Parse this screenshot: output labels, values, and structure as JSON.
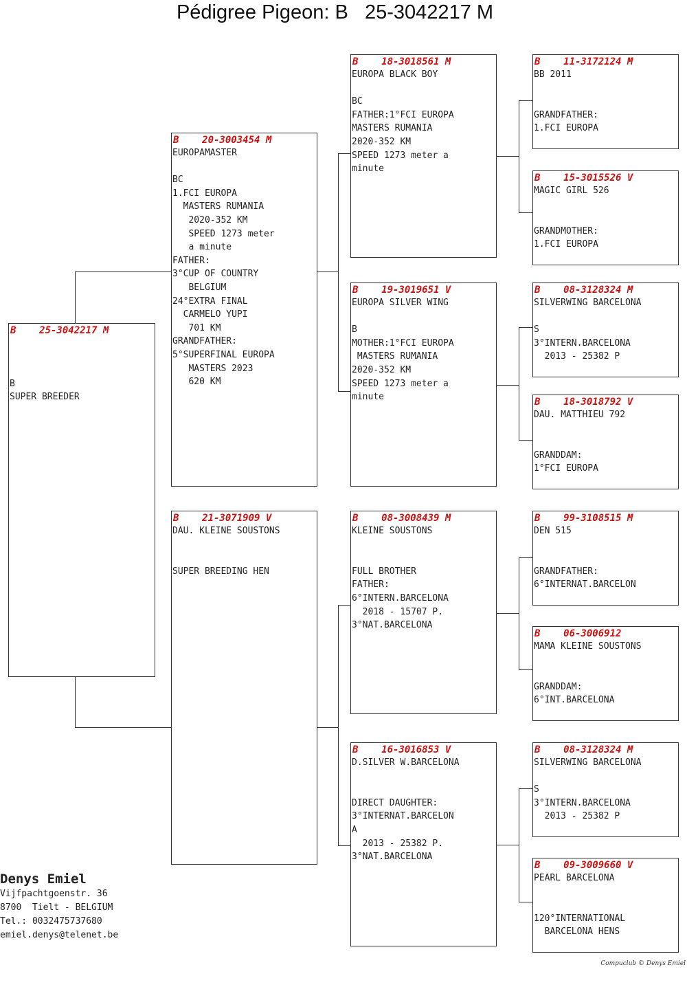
{
  "title": "Pédigree Pigeon: B   25-3042217 M",
  "accent_color": "#cc1111",
  "birds": {
    "subject": {
      "ring": "B    25-3042217 M",
      "lines": [
        "",
        "",
        "",
        "B",
        "SUPER BREEDER"
      ]
    },
    "father": {
      "ring": "B    20-3003454 M",
      "lines": [
        "EUROPAMASTER",
        "",
        "BC",
        "1.FCI EUROPA",
        "  MASTERS RUMANIA",
        "   2020-352 KM",
        "   SPEED 1273 meter",
        "   a minute",
        "FATHER:",
        "3°CUP OF COUNTRY",
        "   BELGIUM",
        "24°EXTRA FINAL",
        "  CARMELO YUPI",
        "   701 KM",
        "GRANDFATHER:",
        "5°SUPERFINAL EUROPA",
        "   MASTERS 2023",
        "   620 KM"
      ]
    },
    "mother": {
      "ring": "B    21-3071909 V",
      "lines": [
        "DAU. KLEINE SOUSTONS",
        "",
        "",
        "SUPER BREEDING HEN"
      ]
    },
    "ff": {
      "ring": "B    18-3018561 M",
      "lines": [
        "EUROPA BLACK BOY",
        "",
        "BC",
        "FATHER:1°FCI EUROPA",
        "MASTERS RUMANIA",
        "2020-352 KM",
        "SPEED 1273 meter a",
        "minute"
      ]
    },
    "fm": {
      "ring": "B    19-3019651 V",
      "lines": [
        "EUROPA SILVER WING",
        "",
        "B",
        "MOTHER:1°FCI EUROPA",
        " MASTERS RUMANIA",
        "2020-352 KM",
        "SPEED 1273 meter a",
        "minute"
      ]
    },
    "mf": {
      "ring": "B    08-3008439 M",
      "lines": [
        "KLEINE SOUSTONS",
        "",
        "",
        "FULL BROTHER",
        "FATHER:",
        "6°INTERN.BARCELONA",
        "  2018 - 15707 P.",
        "3°NAT.BARCELONA"
      ]
    },
    "mm": {
      "ring": "B    16-3016853 V",
      "lines": [
        "D.SILVER W.BARCELONA",
        "",
        "",
        "DIRECT DAUGHTER:",
        "3°INTERNAT.BARCELON",
        "A",
        "  2013 - 25382 P.",
        "3°NAT.BARCELONA"
      ]
    },
    "fff": {
      "ring": "B    11-3172124 M",
      "lines": [
        "BB 2011",
        "",
        "",
        "GRANDFATHER:",
        "1.FCI EUROPA"
      ]
    },
    "ffm": {
      "ring": "B    15-3015526 V",
      "lines": [
        "MAGIC GIRL 526",
        "",
        "",
        "GRANDMOTHER:",
        "1.FCI EUROPA"
      ]
    },
    "fmf": {
      "ring": "B    08-3128324 M",
      "lines": [
        "SILVERWING BARCELONA",
        "",
        "S",
        "3°INTERN.BARCELONA",
        "  2013 - 25382 P"
      ]
    },
    "fmm": {
      "ring": "B    18-3018792 V",
      "lines": [
        "DAU. MATTHIEU 792",
        "",
        "",
        "GRANDDAM:",
        "1°FCI EUROPA"
      ]
    },
    "mff": {
      "ring": "B    99-3108515 M",
      "lines": [
        "DEN 515",
        "",
        "",
        "GRANDFATHER:",
        "6°INTERNAT.BARCELON"
      ]
    },
    "mfm": {
      "ring": "B    06-3006912",
      "lines": [
        "MAMA KLEINE SOUSTONS",
        "",
        "",
        "GRANDDAM:",
        "6°INT.BARCELONA"
      ]
    },
    "mmf": {
      "ring": "B    08-3128324 M",
      "lines": [
        "SILVERWING BARCELONA",
        "",
        "S",
        "3°INTERN.BARCELONA",
        "  2013 - 25382 P"
      ]
    },
    "mmm": {
      "ring": "B    09-3009660 V",
      "lines": [
        "PEARL BARCELONA",
        "",
        "",
        "120°INTERNATIONAL",
        "  BARCELONA HENS"
      ]
    }
  },
  "owner": {
    "name": "Denys Emiel",
    "street": "Vijfpachtgoenstr. 36",
    "city": "8700  Tielt - BELGIUM",
    "phone": "Tel.: 0032475737680",
    "email": "emiel.denys@telenet.be"
  },
  "footer": "Compuclub © Denys Emiel"
}
